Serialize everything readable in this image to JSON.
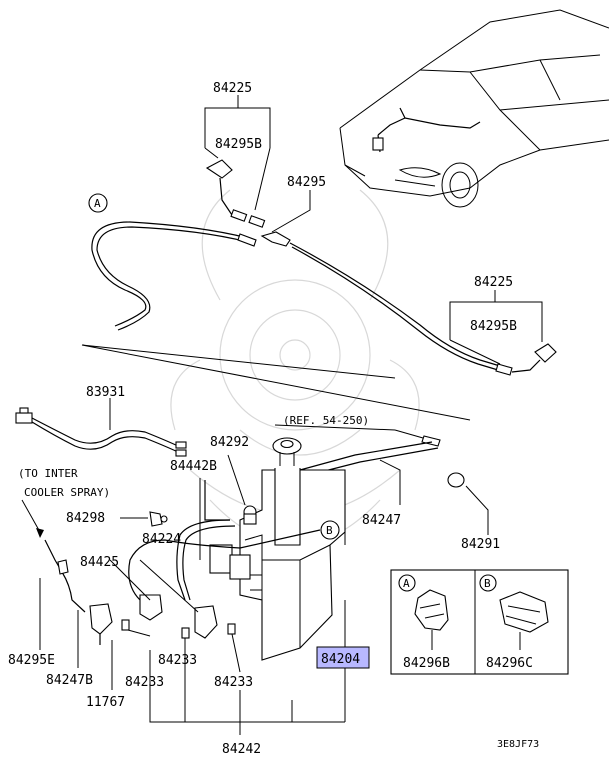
{
  "labels": {
    "p84225_top": "84225",
    "p84295b_top": "84295B",
    "p84295": "84295",
    "p84225_right": "84225",
    "p84295b_right": "84295B",
    "p83931": "83931",
    "ref": "(REF. 54-250)",
    "p84292": "84292",
    "p84442b": "84442B",
    "inter_line1": "(TO INTER",
    "inter_line2": "COOLER SPRAY)",
    "p84298": "84298",
    "p84224": "84224",
    "p84425": "84425",
    "p84247": "84247",
    "p84291": "84291",
    "p84295e": "84295E",
    "p84247b": "84247B",
    "p11767": "11767",
    "p84233_a": "84233",
    "p84233_b": "84233",
    "p84233_c": "84233",
    "p84204": "84204",
    "p84242": "84242",
    "p84296b": "84296B",
    "p84296c": "84296C",
    "callout_a": "A",
    "callout_b": "B",
    "code": "3E8JF73"
  },
  "colors": {
    "highlight": "#b8b8ff",
    "line": "#000000"
  }
}
